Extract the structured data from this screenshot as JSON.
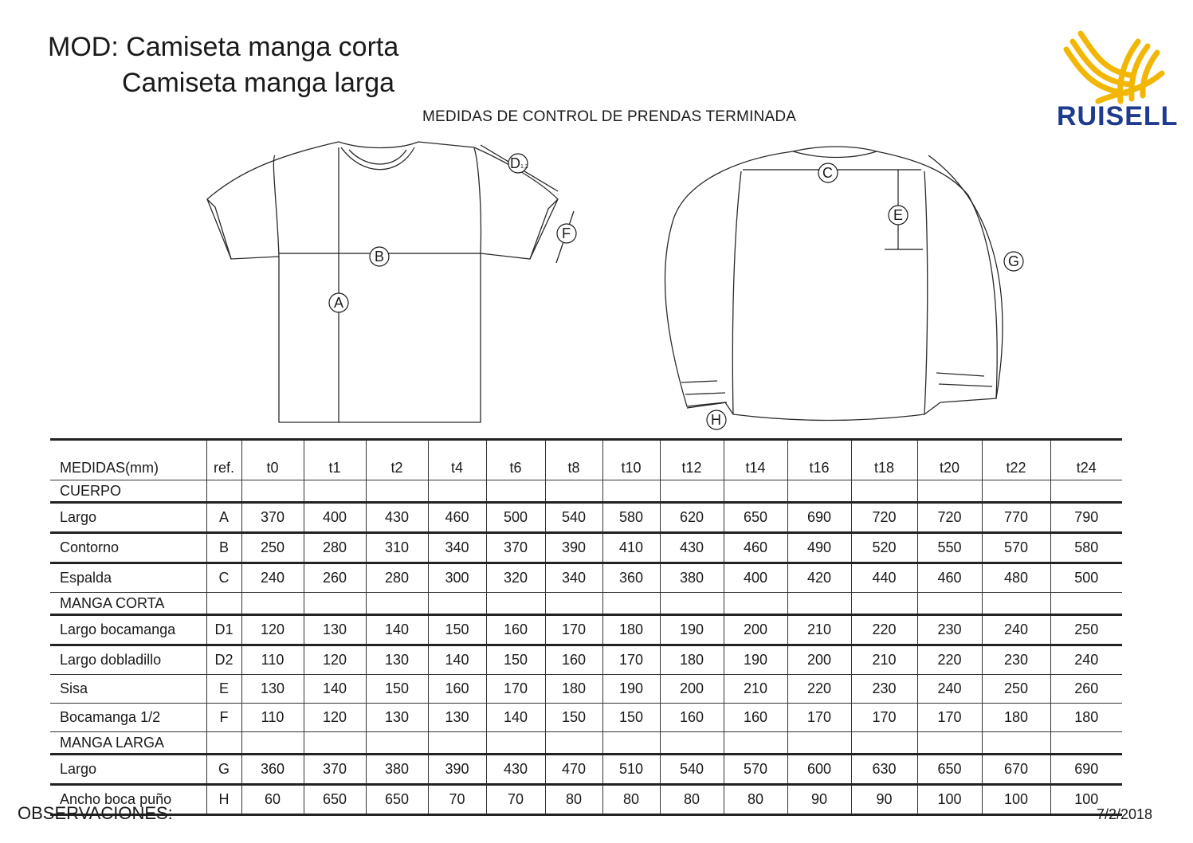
{
  "header": {
    "model_line1": "MOD: Camiseta manga  corta",
    "model_line2": "Camiseta manga larga",
    "subtitle": "MEDIDAS DE CONTROL DE PRENDAS TERMINADA",
    "brand": "RUISELL",
    "brand_color": "#1f3b8f",
    "logo_color": "#f2b705"
  },
  "diagram": {
    "labels": {
      "A": "A",
      "B": "B",
      "C": "C",
      "D": "D",
      "D_sub": "1,2",
      "E": "E",
      "F": "F",
      "G": "G",
      "H": "H"
    }
  },
  "table": {
    "header": [
      "MEDIDAS(mm)",
      "ref.",
      "t0",
      "t1",
      "t2",
      "t4",
      "t6",
      "t8",
      "t10",
      "t12",
      "t14",
      "t16",
      "t18",
      "t20",
      "t22",
      "t24"
    ],
    "sections": [
      {
        "title": "CUERPO",
        "rows": [
          {
            "name": "Largo",
            "ref": "A",
            "values": [
              "370",
              "400",
              "430",
              "460",
              "500",
              "540",
              "580",
              "620",
              "650",
              "690",
              "720",
              "720",
              "770",
              "790"
            ]
          },
          {
            "name": "Contorno",
            "ref": "B",
            "values": [
              "250",
              "280",
              "310",
              "340",
              "370",
              "390",
              "410",
              "430",
              "460",
              "490",
              "520",
              "550",
              "570",
              "580"
            ]
          },
          {
            "name": "Espalda",
            "ref": "C",
            "values": [
              "240",
              "260",
              "280",
              "300",
              "320",
              "340",
              "360",
              "380",
              "400",
              "420",
              "440",
              "460",
              "480",
              "500"
            ]
          }
        ]
      },
      {
        "title": "MANGA CORTA",
        "rows": [
          {
            "name": "Largo bocamanga",
            "ref": "D1",
            "values": [
              "120",
              "130",
              "140",
              "150",
              "160",
              "170",
              "180",
              "190",
              "200",
              "210",
              "220",
              "230",
              "240",
              "250"
            ]
          },
          {
            "name": "Largo  dobladillo",
            "ref": "D2",
            "values": [
              "110",
              "120",
              "130",
              "140",
              "150",
              "160",
              "170",
              "180",
              "190",
              "200",
              "210",
              "220",
              "230",
              "240"
            ]
          },
          {
            "name": "Sisa",
            "ref": "E",
            "values": [
              "130",
              "140",
              "150",
              "160",
              "170",
              "180",
              "190",
              "200",
              "210",
              "220",
              "230",
              "240",
              "250",
              "260"
            ]
          },
          {
            "name": "Bocamanga 1/2",
            "ref": "F",
            "values": [
              "110",
              "120",
              "130",
              "130",
              "140",
              "150",
              "150",
              "160",
              "160",
              "170",
              "170",
              "170",
              "180",
              "180"
            ]
          }
        ]
      },
      {
        "title": "MANGA LARGA",
        "rows": [
          {
            "name": "Largo",
            "ref": "G",
            "values": [
              "360",
              "370",
              "380",
              "390",
              "430",
              "470",
              "510",
              "540",
              "570",
              "600",
              "630",
              "650",
              "670",
              "690"
            ]
          },
          {
            "name": "Ancho boca puño",
            "ref": "H",
            "values": [
              "60",
              "650",
              "650",
              "70",
              "70",
              "80",
              "80",
              "80",
              "80",
              "90",
              "90",
              "100",
              "100",
              "100"
            ]
          }
        ]
      }
    ]
  },
  "footer": {
    "observaciones": "OBSERVACIONES:",
    "date": "7/2/2018"
  }
}
